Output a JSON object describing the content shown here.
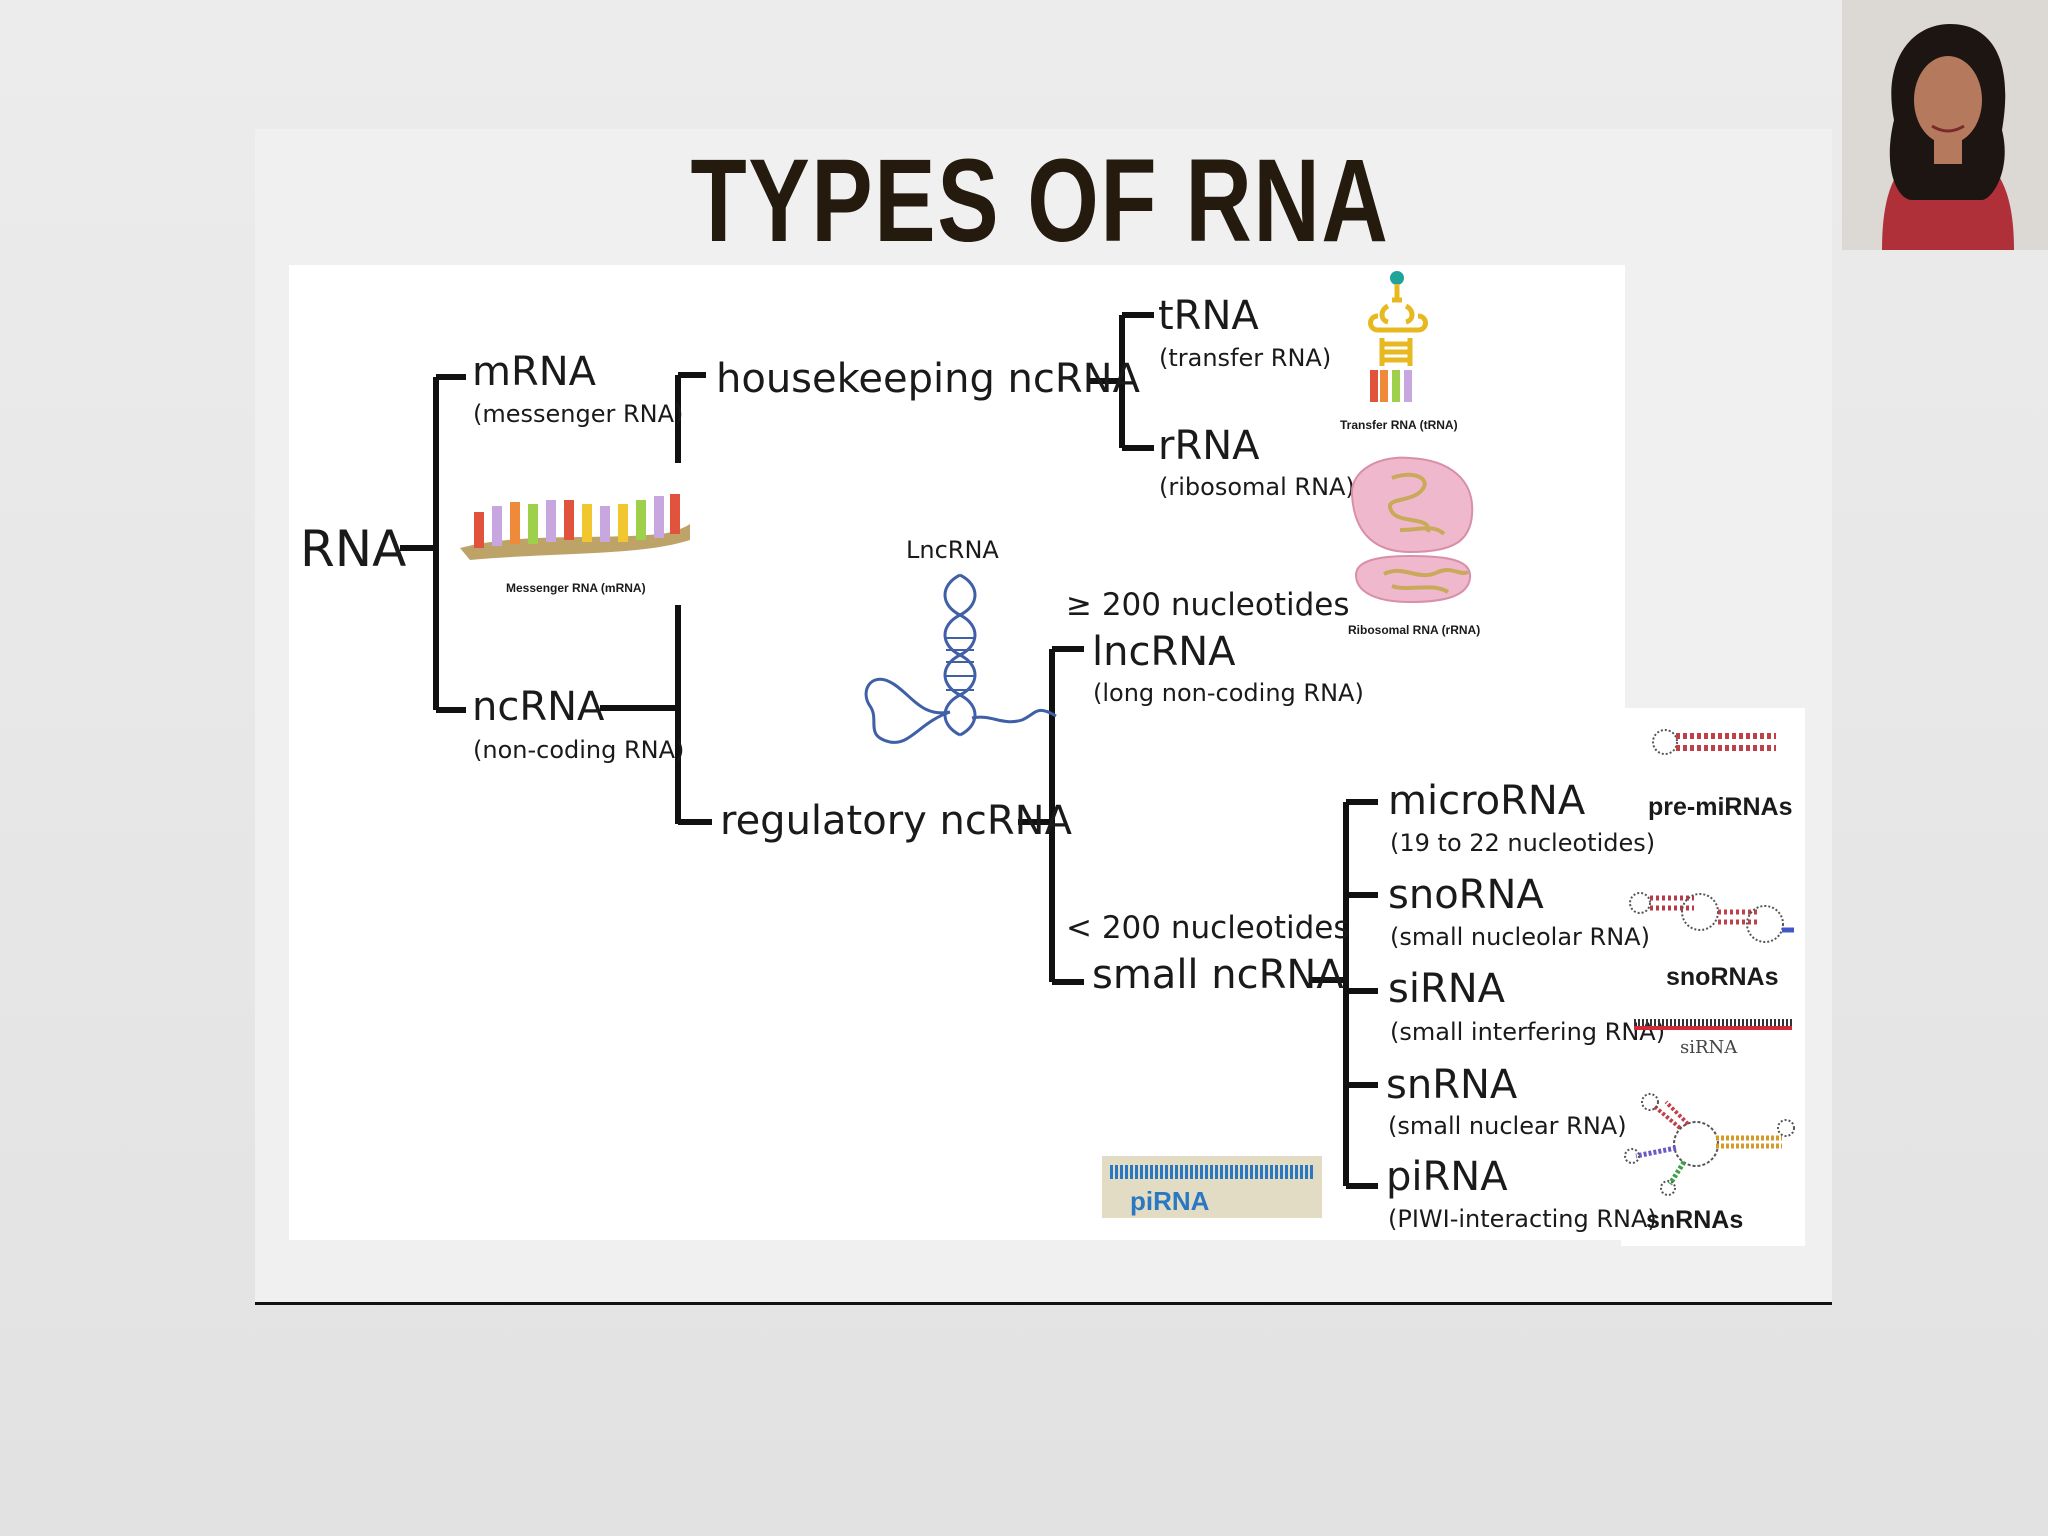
{
  "title": "TYPES OF RNA",
  "nodes": {
    "rna": "RNA",
    "mrna": "mRNA",
    "mrna_sub": "(messenger RNA)",
    "ncrna": "ncRNA",
    "ncrna_sub": "(non-coding RNA)",
    "housekeeping": "housekeeping ncRNA",
    "regulatory": "regulatory ncRNA",
    "trna": "tRNA",
    "trna_sub": "(transfer RNA)",
    "rrna": "rRNA",
    "rrna_sub": "(ribosomal RNA)",
    "lncrna": "lncRNA",
    "lncrna_sub": "(long non-coding RNA)",
    "small": "small ncRNA",
    "microrna": "microRNA",
    "microrna_sub": "(19 to 22 nucleotides)",
    "snorna": "snoRNA",
    "snorna_sub": "(small nucleolar RNA)",
    "sirna": "siRNA",
    "sirna_sub": "(small interfering RNA)",
    "snrna": "snRNA",
    "snrna_sub": "(small nuclear RNA)",
    "pirna": "piRNA",
    "pirna_sub": "(PIWI-interacting RNA)"
  },
  "notes": {
    "ge200": "≥ 200 nucleotides",
    "lt200": "< 200 nucleotides"
  },
  "captions": {
    "mrna_img": "Messenger RNA (mRNA)",
    "trna_img": "Transfer RNA (tRNA)",
    "rrna_img": "Ribosomal RNA (rRNA)",
    "lncrna_img": "LncRNA",
    "pre_mirna": "pre-miRNAs",
    "snornas": "snoRNAs",
    "sirna_img": "siRNA",
    "snrnas": "snRNAs",
    "pirna_img": "piRNA"
  }
}
